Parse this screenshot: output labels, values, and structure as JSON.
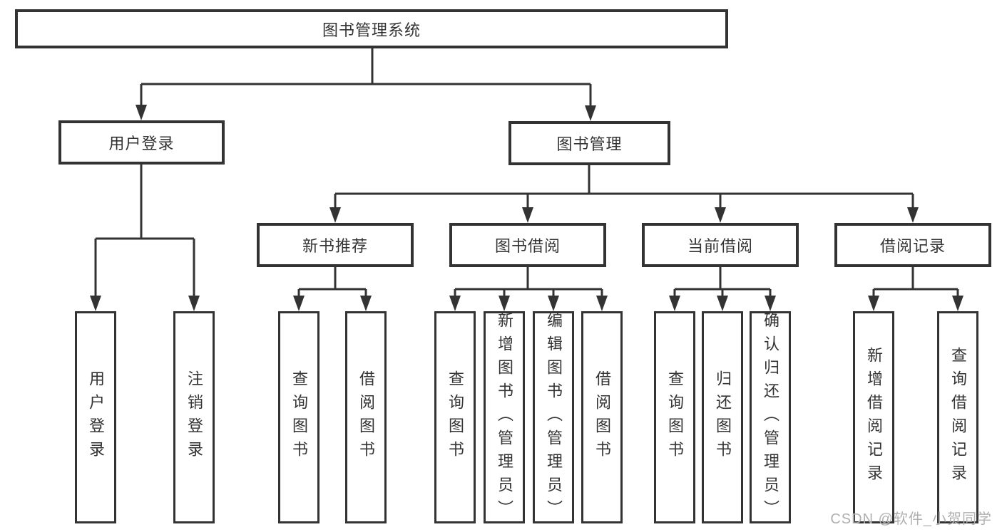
{
  "diagram_type": "tree",
  "colors": {
    "line": "#333333",
    "box_border": "#333333",
    "text": "#333333",
    "background": "#ffffff",
    "watermark_text_color": "#b0b0b0"
  },
  "tree": {
    "label": "图书管理系统",
    "children": [
      {
        "label": "用户登录",
        "children": [
          {
            "label": "用户登录"
          },
          {
            "label": "注销登录"
          }
        ]
      },
      {
        "label": "图书管理",
        "children": [
          {
            "label": "新书推荐",
            "children": [
              {
                "label": "查询图书"
              },
              {
                "label": "借阅图书"
              }
            ]
          },
          {
            "label": "图书借阅",
            "children": [
              {
                "label": "查询图书"
              },
              {
                "label": "新增图书（管理员）"
              },
              {
                "label": "编辑图书（管理员）"
              },
              {
                "label": "借阅图书"
              }
            ]
          },
          {
            "label": "当前借阅",
            "children": [
              {
                "label": "查询图书"
              },
              {
                "label": "归还图书"
              },
              {
                "label": "确认归还（管理员）"
              }
            ]
          },
          {
            "label": "借阅记录",
            "children": [
              {
                "label": "新增借阅记录"
              },
              {
                "label": "查询借阅记录"
              }
            ]
          }
        ]
      }
    ]
  },
  "watermark": {
    "text": "CSDN @软件_小贺同学"
  }
}
